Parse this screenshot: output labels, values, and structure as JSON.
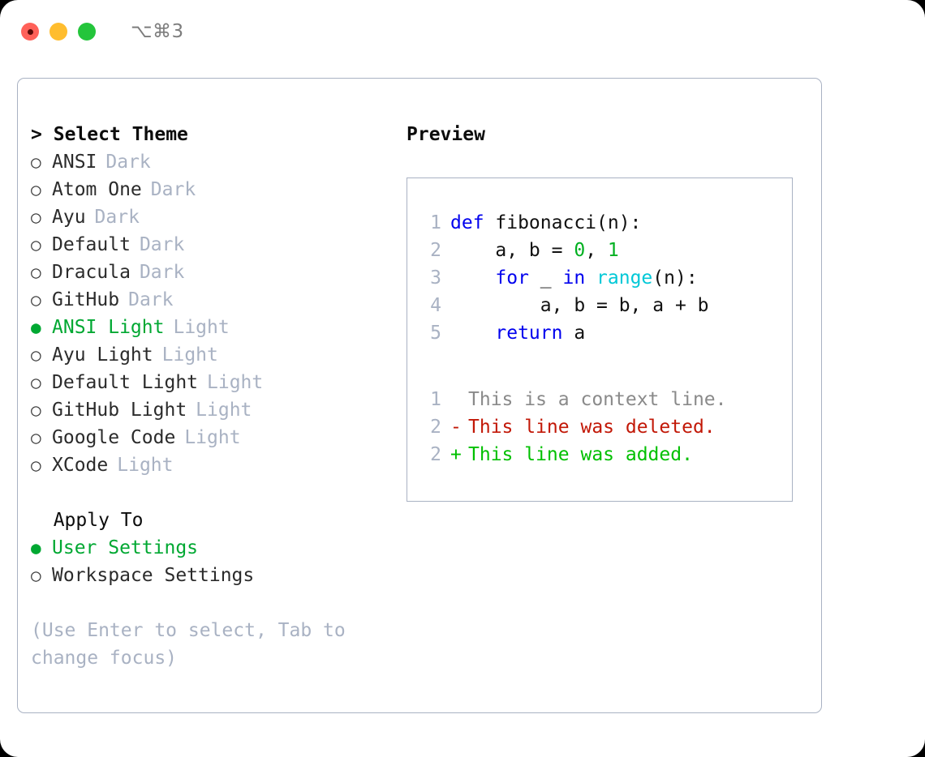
{
  "titlebar": {
    "shortcut": "⌥⌘3",
    "buttons": [
      {
        "name": "close",
        "color": "#ff6159"
      },
      {
        "name": "minimize",
        "color": "#ffbd2e"
      },
      {
        "name": "zoom",
        "color": "#24c53b"
      }
    ]
  },
  "theme_section": {
    "prefix": ">",
    "title": "Select Theme",
    "items": [
      {
        "bullet": "○",
        "label": "ANSI",
        "tag": "Dark",
        "selected": false
      },
      {
        "bullet": "○",
        "label": "Atom One",
        "tag": "Dark",
        "selected": false
      },
      {
        "bullet": "○",
        "label": "Ayu",
        "tag": "Dark",
        "selected": false
      },
      {
        "bullet": "○",
        "label": "Default",
        "tag": "Dark",
        "selected": false
      },
      {
        "bullet": "○",
        "label": "Dracula",
        "tag": "Dark",
        "selected": false
      },
      {
        "bullet": "○",
        "label": "GitHub",
        "tag": "Dark",
        "selected": false
      },
      {
        "bullet": "●",
        "label": "ANSI Light",
        "tag": "Light",
        "selected": true
      },
      {
        "bullet": "○",
        "label": "Ayu Light",
        "tag": "Light",
        "selected": false
      },
      {
        "bullet": "○",
        "label": "Default Light",
        "tag": "Light",
        "selected": false
      },
      {
        "bullet": "○",
        "label": "GitHub Light",
        "tag": "Light",
        "selected": false
      },
      {
        "bullet": "○",
        "label": "Google Code",
        "tag": "Light",
        "selected": false
      },
      {
        "bullet": "○",
        "label": "XCode",
        "tag": "Light",
        "selected": false
      }
    ]
  },
  "apply_section": {
    "title": "Apply To",
    "items": [
      {
        "bullet": "●",
        "label": "User Settings",
        "selected": true
      },
      {
        "bullet": "○",
        "label": "Workspace Settings",
        "selected": false
      }
    ]
  },
  "hint": "(Use Enter to select, Tab to change focus)",
  "preview": {
    "title": "Preview",
    "code_lines": [
      {
        "no": "1",
        "tokens": [
          {
            "t": "def ",
            "c": "kw"
          },
          {
            "t": "fibonacci(n):",
            "c": "pl"
          }
        ]
      },
      {
        "no": "2",
        "tokens": [
          {
            "t": "    a, b = ",
            "c": "pl"
          },
          {
            "t": "0",
            "c": "num"
          },
          {
            "t": ", ",
            "c": "pl"
          },
          {
            "t": "1",
            "c": "num"
          }
        ]
      },
      {
        "no": "3",
        "tokens": [
          {
            "t": "    ",
            "c": "pl"
          },
          {
            "t": "for",
            "c": "kw"
          },
          {
            "t": " _ ",
            "c": "pl"
          },
          {
            "t": "in",
            "c": "kw"
          },
          {
            "t": " ",
            "c": "pl"
          },
          {
            "t": "range",
            "c": "bi"
          },
          {
            "t": "(n):",
            "c": "pl"
          }
        ]
      },
      {
        "no": "4",
        "tokens": [
          {
            "t": "        a, b = b, a + b",
            "c": "pl"
          }
        ]
      },
      {
        "no": "5",
        "tokens": [
          {
            "t": "    ",
            "c": "pl"
          },
          {
            "t": "return",
            "c": "kw"
          },
          {
            "t": " a",
            "c": "pl"
          }
        ]
      }
    ],
    "diff_lines": [
      {
        "no": "1",
        "mark": " ",
        "text": "This is a context line.",
        "kind": "ctx"
      },
      {
        "no": "2",
        "mark": "-",
        "text": "This line was deleted.",
        "kind": "del"
      },
      {
        "no": "2",
        "mark": "+",
        "text": "This line was added.",
        "kind": "add"
      }
    ]
  },
  "colors": {
    "accent_green": "#00a832",
    "muted": "#a9b2c3",
    "keyword": "#0000ee",
    "number": "#00b020",
    "builtin": "#00c8d7",
    "diff_delete": "#c21807",
    "diff_add": "#00c000",
    "border": "#a9b2c3"
  }
}
